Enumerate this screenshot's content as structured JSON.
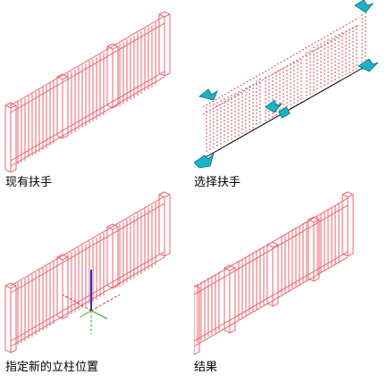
{
  "captions": {
    "top_left": "现有扶手",
    "top_right": "选择扶手",
    "bottom_left": "指定新的立柱位置",
    "bottom_right": "结果"
  },
  "colors": {
    "railing": "#e8646e",
    "selected": "#d24b55",
    "grip": "#19b4c8",
    "axis_x": "#dc2020",
    "axis_y": "#20b420",
    "axis_z": "#3030d0"
  }
}
